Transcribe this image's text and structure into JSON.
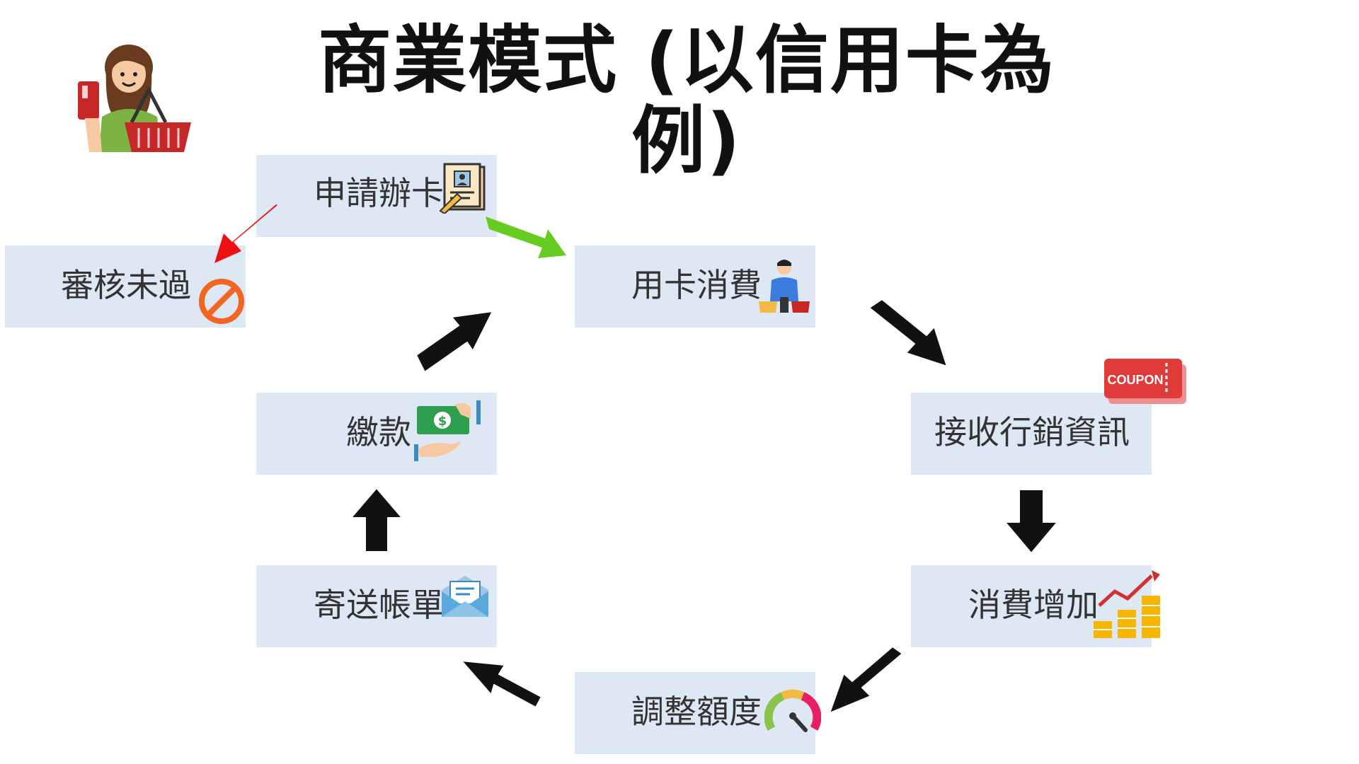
{
  "title": "商業模式 (以信用卡為例)",
  "nodes": {
    "apply": "申請辦卡",
    "rejected": "審核未過",
    "spend": "用卡消費",
    "marketing": "接收行銷資訊",
    "increase": "消費增加",
    "adjust": "調整額度",
    "bill": "寄送帳單",
    "pay": "繳款"
  },
  "icons": {
    "coupon_text": "COUPON"
  },
  "colors": {
    "box_fill": "#dde8f4",
    "arrow_approved": "#66cc22",
    "arrow_rejected": "#ee1111",
    "arrow_flow": "#111111"
  }
}
